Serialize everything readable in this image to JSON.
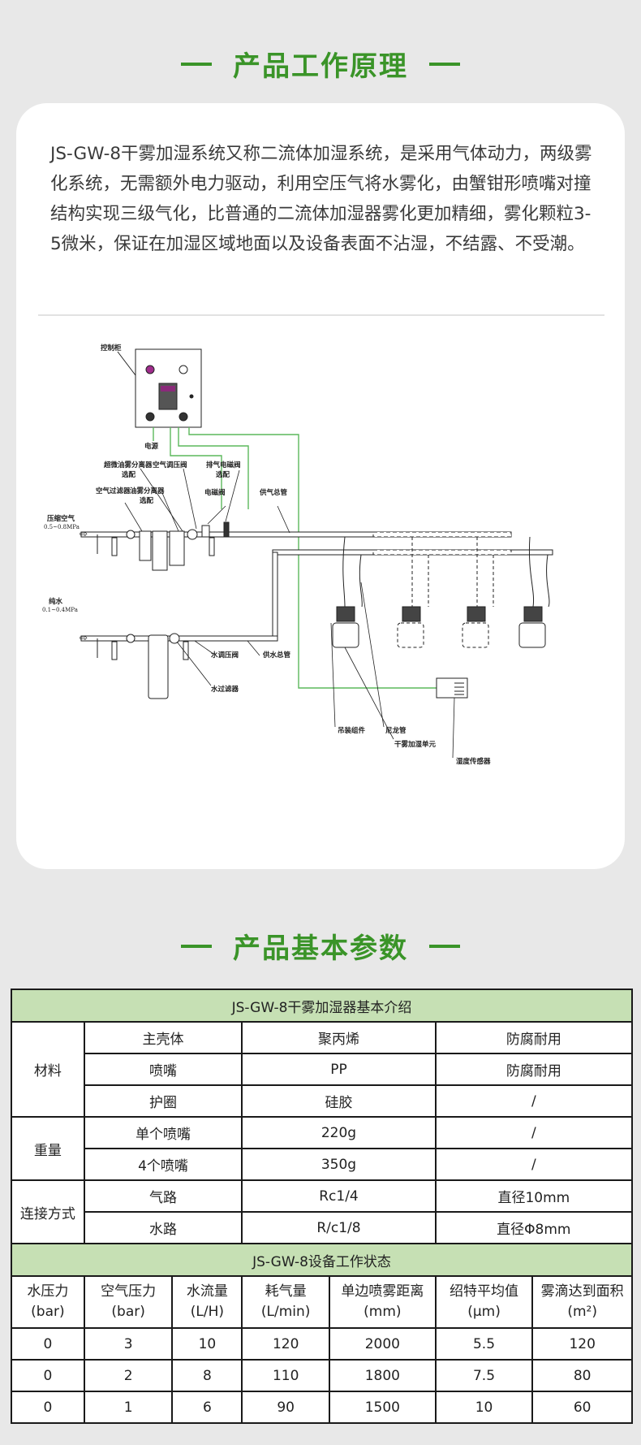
{
  "section1": {
    "title": "产品工作原理"
  },
  "intro": {
    "text": "JS-GW-8干雾加湿系统又称二流体加湿系统，是采用气体动力，两级雾化系统，无需额外电力驱动，利用空压气将水雾化，由蟹钳形喷嘴对撞结构实现三级气化，比普通的二流体加湿器雾化更加精细，雾化颗粒3-5微米，保证在加湿区域地面以及设备表面不沾湿，不结露、不受潮。"
  },
  "diagram": {
    "labels": {
      "control_cabinet": "控制柜",
      "power": "电源",
      "ultra_fine_separator": "超微油雾分离器",
      "ultra_fine_separator_opt": "选配",
      "air_regulator": "空气调压阀",
      "exhaust_solenoid": "排气电磁阀",
      "exhaust_solenoid_opt": "选配",
      "air_filter": "空气过滤器",
      "oil_separator": "油雾分离器",
      "oil_separator_opt": "选配",
      "solenoid_valve": "电磁阀",
      "air_main": "供气总管",
      "compressed_air": "压缩空气",
      "compressed_air_pressure": "0.5~0.8MPa",
      "pure_water": "纯水",
      "pure_water_pressure": "0.1~0.4MPa",
      "water_regulator": "水调压阀",
      "water_main": "供水总管",
      "water_filter": "水过滤器",
      "hanging_kit": "吊装组件",
      "nylon_tube": "尼龙管",
      "dry_fog_unit": "干雾加湿单元",
      "humidity_sensor": "湿度传感器"
    },
    "colors": {
      "signal_line": "#5cb85c",
      "line": "#222222"
    }
  },
  "section2": {
    "title": "产品基本参数"
  },
  "table1": {
    "title": "JS-GW-8干雾加湿器基本介绍",
    "groups": [
      {
        "name": "材料",
        "rows": [
          [
            "主壳体",
            "聚丙烯",
            "防腐耐用"
          ],
          [
            "喷嘴",
            "PP",
            "防腐耐用"
          ],
          [
            "护圈",
            "硅胶",
            "/"
          ]
        ]
      },
      {
        "name": "重量",
        "rows": [
          [
            "单个喷嘴",
            "220g",
            "/"
          ],
          [
            "4个喷嘴",
            "350g",
            "/"
          ]
        ]
      },
      {
        "name": "连接方式",
        "rows": [
          [
            "气路",
            "Rc1/4",
            "直径10mm"
          ],
          [
            "水路",
            "R/c1/8",
            "直径Φ8mm"
          ]
        ]
      }
    ]
  },
  "table2": {
    "title": "JS-GW-8设备工作状态",
    "headers": [
      [
        "水压力",
        "(bar)"
      ],
      [
        "空气压力",
        "(bar)"
      ],
      [
        "水流量",
        "(L/H)"
      ],
      [
        "耗气量",
        "(L/min)"
      ],
      [
        "单边喷雾距离",
        "(mm)"
      ],
      [
        "绍特平均值",
        "(μm)"
      ],
      [
        "雾滴达到面积",
        "(m²)"
      ]
    ],
    "rows": [
      [
        "0",
        "3",
        "10",
        "120",
        "2000",
        "5.5",
        "120"
      ],
      [
        "0",
        "2",
        "8",
        "110",
        "1800",
        "7.5",
        "80"
      ],
      [
        "0",
        "1",
        "6",
        "90",
        "1500",
        "10",
        "60"
      ]
    ]
  },
  "theme": {
    "accent": "#3a9428",
    "table_head_bg": "#c6e0b4",
    "page_bg": "#e8e8e8"
  }
}
